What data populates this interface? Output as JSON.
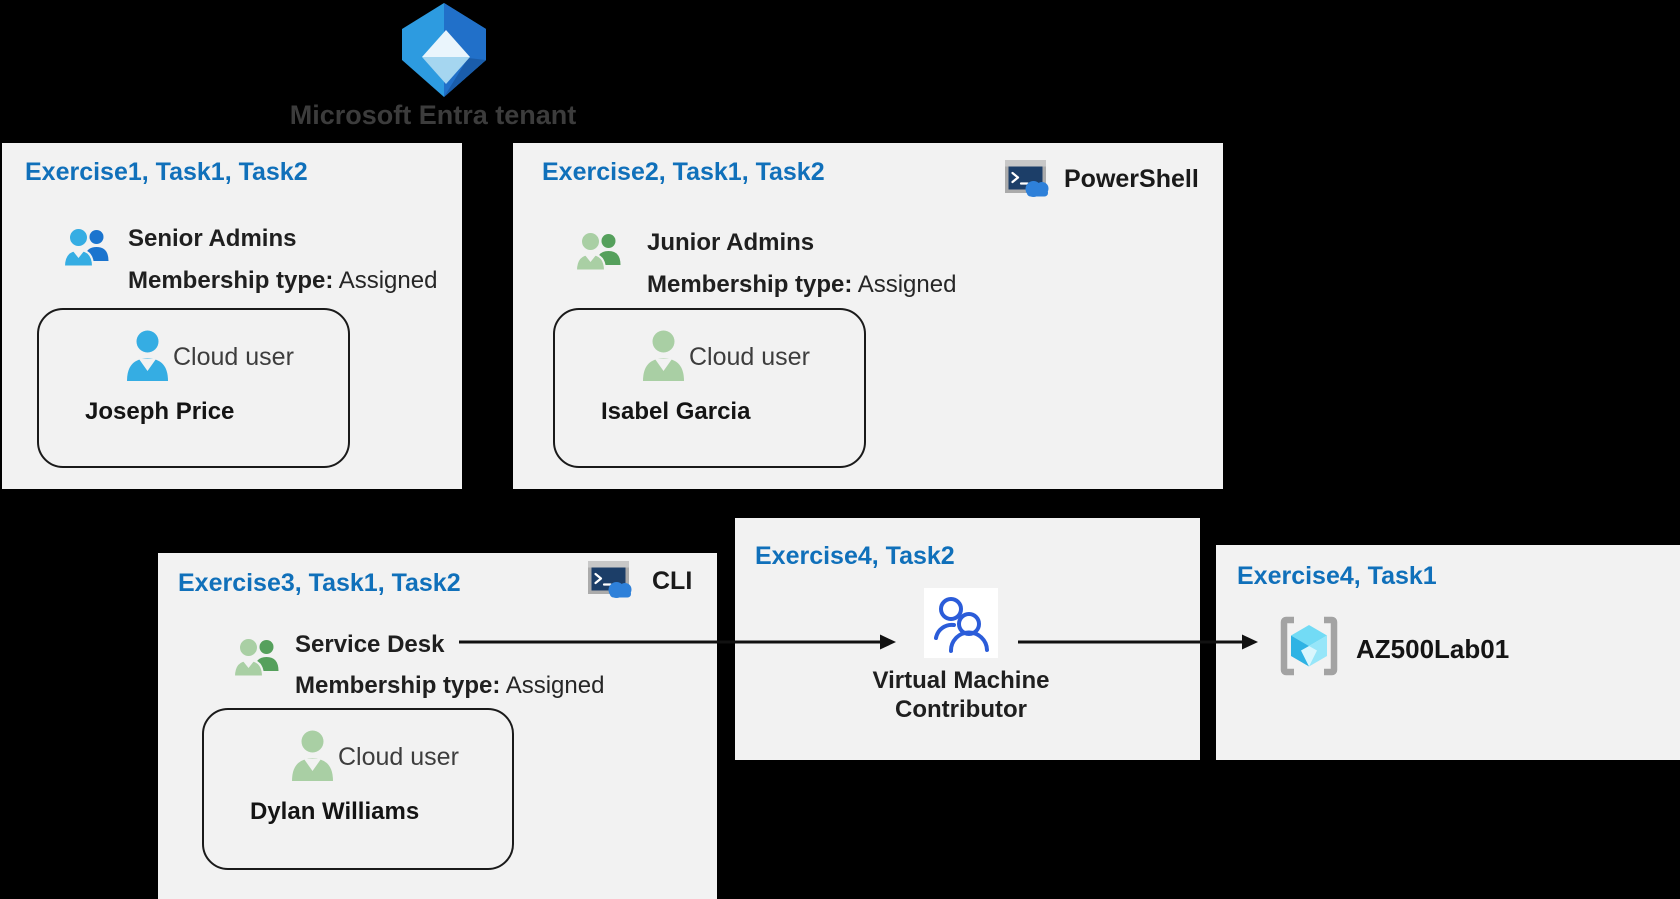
{
  "colors": {
    "background": "#000000",
    "box_bg": "#F2F2F2",
    "accent_blue": "#1070BA",
    "entra_label": "#3C3C3C",
    "person_blue_light": "#35ADE3",
    "person_blue_dark": "#1B74CE",
    "person_green_light": "#A9CFA4",
    "person_green_dark": "#55A05C",
    "terminal_frame": "#ABABAB",
    "terminal_screen": "#1C3E68",
    "cloud_blue": "#2E80D9",
    "role_icon_blue": "#2B5CD9",
    "cube_cyan": "#43C7EF",
    "bracket_gray": "#A3A3A3",
    "arrow_color": "#111111"
  },
  "tenant": {
    "label": "Microsoft Entra tenant",
    "icon": "entra-logo-icon"
  },
  "boxes": {
    "exercise1": {
      "header": "Exercise1, Task1, Task2",
      "group_icon": "users-group-icon-blue",
      "group_name": "Senior Admins",
      "membership_label": "Membership type:",
      "membership_value": "Assigned",
      "user": {
        "icon": "cloud-user-icon-blue",
        "type_label": "Cloud user",
        "name": "Joseph Price"
      }
    },
    "exercise2": {
      "header": "Exercise2, Task1, Task2",
      "tool_icon": "terminal-cloud-icon",
      "tool_label": "PowerShell",
      "group_icon": "users-group-icon-green",
      "group_name": "Junior Admins",
      "membership_label": "Membership type:",
      "membership_value": "Assigned",
      "user": {
        "icon": "cloud-user-icon-green",
        "type_label": "Cloud user",
        "name": "Isabel Garcia"
      }
    },
    "exercise3": {
      "header": "Exercise3, Task1, Task2",
      "tool_icon": "terminal-cloud-icon",
      "tool_label": "CLI",
      "group_icon": "users-group-icon-green",
      "group_name": "Service Desk",
      "membership_label": "Membership type:",
      "membership_value": "Assigned",
      "user": {
        "icon": "cloud-user-icon-green",
        "type_label": "Cloud user",
        "name": "Dylan Williams"
      }
    },
    "exercise4_task2": {
      "header": "Exercise4, Task2",
      "role_icon": "vm-contributor-role-icon",
      "role_name": "Virtual Machine Contributor"
    },
    "exercise4_task1": {
      "header": "Exercise4, Task1",
      "resource_icon": "resource-group-icon",
      "resource_name": "AZ500Lab01"
    }
  },
  "arrows": [
    {
      "from": "service-desk-group",
      "to": "vm-contributor-role"
    },
    {
      "from": "vm-contributor-role",
      "to": "resource-group-az500lab01"
    }
  ]
}
